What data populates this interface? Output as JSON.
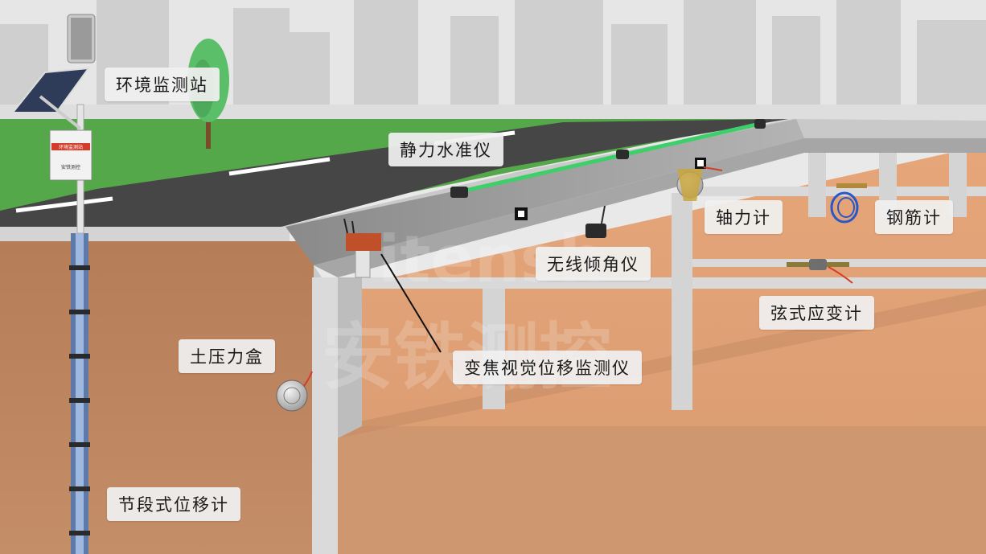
{
  "labels": {
    "env_station": "环境监测站",
    "static_level": "静力水准仪",
    "axial_force": "轴力计",
    "rebar_meter": "钢筋计",
    "wireless_tilt": "无线倾角仪",
    "strain_gauge": "弦式应变计",
    "soil_pressure": "土压力盒",
    "zoom_vision": "变焦视觉位移监测仪",
    "segment_disp": "节段式位移计"
  },
  "watermark": {
    "brand_latin": "itensh",
    "brand_cn": "安铁测控"
  },
  "station_box": {
    "banner": "环境监测站",
    "logo": "安铁测控"
  },
  "colors": {
    "sky": "#e6e6e6",
    "city": "#cfcfcf",
    "grass": "#55a84a",
    "road": "#464646",
    "soil": "#c48a64",
    "pit_floor": "#d69a6f",
    "concrete": "#d8d8d8",
    "level_pipe": "#3fcf6a",
    "accent_red": "#d43c2a"
  }
}
